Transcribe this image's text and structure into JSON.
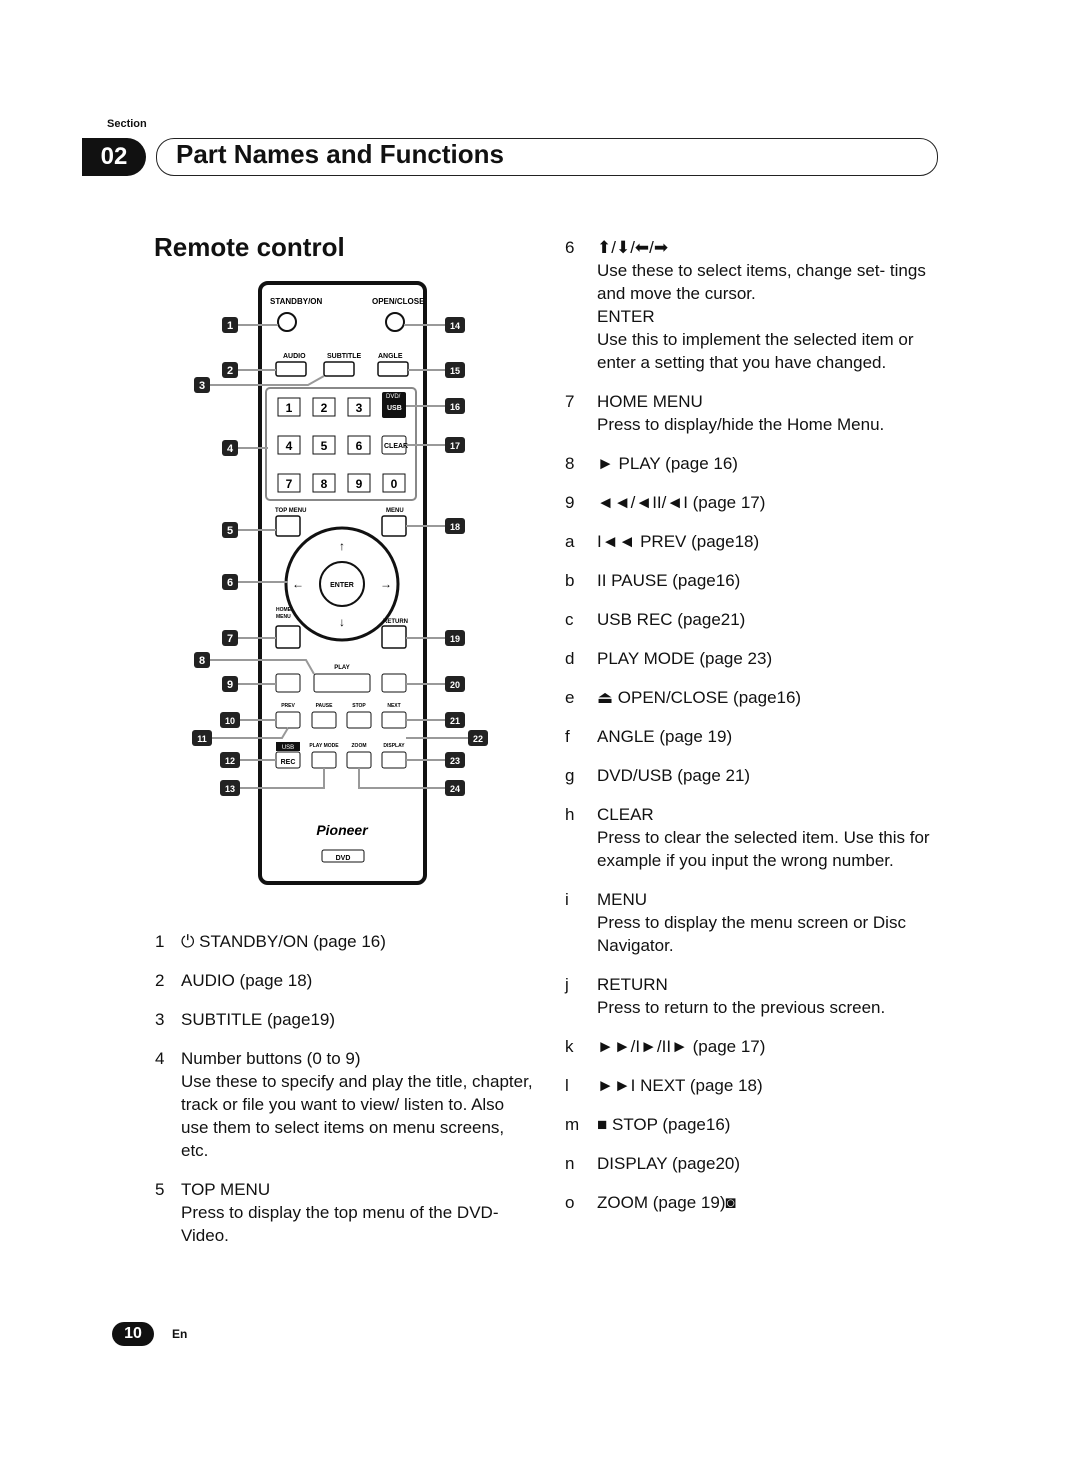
{
  "header": {
    "section_label": "Section",
    "section_number": "02",
    "section_title": "Part Names and Functions"
  },
  "page_title": "Remote control",
  "remote": {
    "buttons": {
      "standby": "STANDBY/ON",
      "open_close": "OPEN/CLOSE",
      "audio": "AUDIO",
      "subtitle": "SUBTITLE",
      "angle": "ANGLE",
      "dvd_usb_top": "DVD/",
      "dvd_usb_bottom": "USB",
      "n1": "1",
      "n2": "2",
      "n3": "3",
      "n4": "4",
      "n5": "5",
      "n6": "6",
      "clear": "CLEAR",
      "n7": "7",
      "n8": "8",
      "n9": "9",
      "n0": "0",
      "top_menu": "TOP MENU",
      "menu": "MENU",
      "enter": "ENTER",
      "home_menu_1": "HOME",
      "home_menu_2": "MENU",
      "return": "RETURN",
      "play": "PLAY",
      "prev": "PREV",
      "pause": "PAUSE",
      "stop": "STOP",
      "next": "NEXT",
      "usb": "USB",
      "rec": "REC",
      "play_mode": "PLAY MODE",
      "zoom": "ZOOM",
      "display": "DISPLAY",
      "brand": "Pioneer",
      "model": "DVD"
    },
    "callouts": [
      "1",
      "2",
      "3",
      "4",
      "5",
      "6",
      "7",
      "8",
      "9",
      "10",
      "11",
      "12",
      "13",
      "14",
      "15",
      "16",
      "17",
      "18",
      "19",
      "20",
      "21",
      "22",
      "23",
      "24"
    ]
  },
  "left_items": [
    {
      "key": "1",
      "text": "⏻ STANDBY/ON (page 16)"
    },
    {
      "key": "2",
      "text": "AUDIO (page  18)"
    },
    {
      "key": "3",
      "text": "SUBTITLE (page19)"
    },
    {
      "key": "4",
      "text": "Number buttons (0 to 9)",
      "desc": "Use these to specify and play the title, chapter, track or file you want to view/ listen to. Also use them to select items on menu screens, etc."
    },
    {
      "key": "5",
      "text": "TOP MENU",
      "desc": "Press to display the top menu of the DVD-Video."
    }
  ],
  "right_items": [
    {
      "key": "6",
      "text": "⬆/⬇/⬅/➡",
      "desc": "Use these to select items, change set- tings and move the cursor.",
      "sub": "ENTER",
      "subdesc": "Use this to implement the selected item or enter a setting that you have changed."
    },
    {
      "key": "7",
      "text": "HOME MENU",
      "desc": "Press to display/hide the Home Menu."
    },
    {
      "key": "8",
      "text": "► PLAY (page 16)"
    },
    {
      "key": "9",
      "text": "◄◄/◄II/◄I (page  17)"
    },
    {
      "key": "a",
      "text": "I◄◄ PREV (page18)"
    },
    {
      "key": "b",
      "text": "II PAUSE (page16)"
    },
    {
      "key": "c",
      "text": "USB REC (page21)"
    },
    {
      "key": "d",
      "text": "PLAY MODE (page 23)"
    },
    {
      "key": "e",
      "text": "⏏ OPEN/CLOSE (page16)"
    },
    {
      "key": "f",
      "text": "ANGLE (page 19)"
    },
    {
      "key": "g",
      "text": "DVD/USB (page 21)"
    },
    {
      "key": "h",
      "text": "CLEAR",
      "desc": "Press to clear the selected item. Use this for example if you input the wrong number."
    },
    {
      "key": "i",
      "text": "MENU",
      "desc": "Press to display the menu screen or Disc Navigator."
    },
    {
      "key": "j",
      "text": "RETURN",
      "desc": "Press to return to the previous screen."
    },
    {
      "key": "k",
      "text": "►►/I►/II► (page  17)"
    },
    {
      "key": "l",
      "text": "►►I NEXT (page 18)"
    },
    {
      "key": "m",
      "text": "■ STOP (page16)"
    },
    {
      "key": "n",
      "text": "DISPLAY (page20)"
    },
    {
      "key": "o",
      "text": "ZOOM (page  19)◙"
    }
  ],
  "footer": {
    "page_number": "10",
    "lang": "En"
  }
}
